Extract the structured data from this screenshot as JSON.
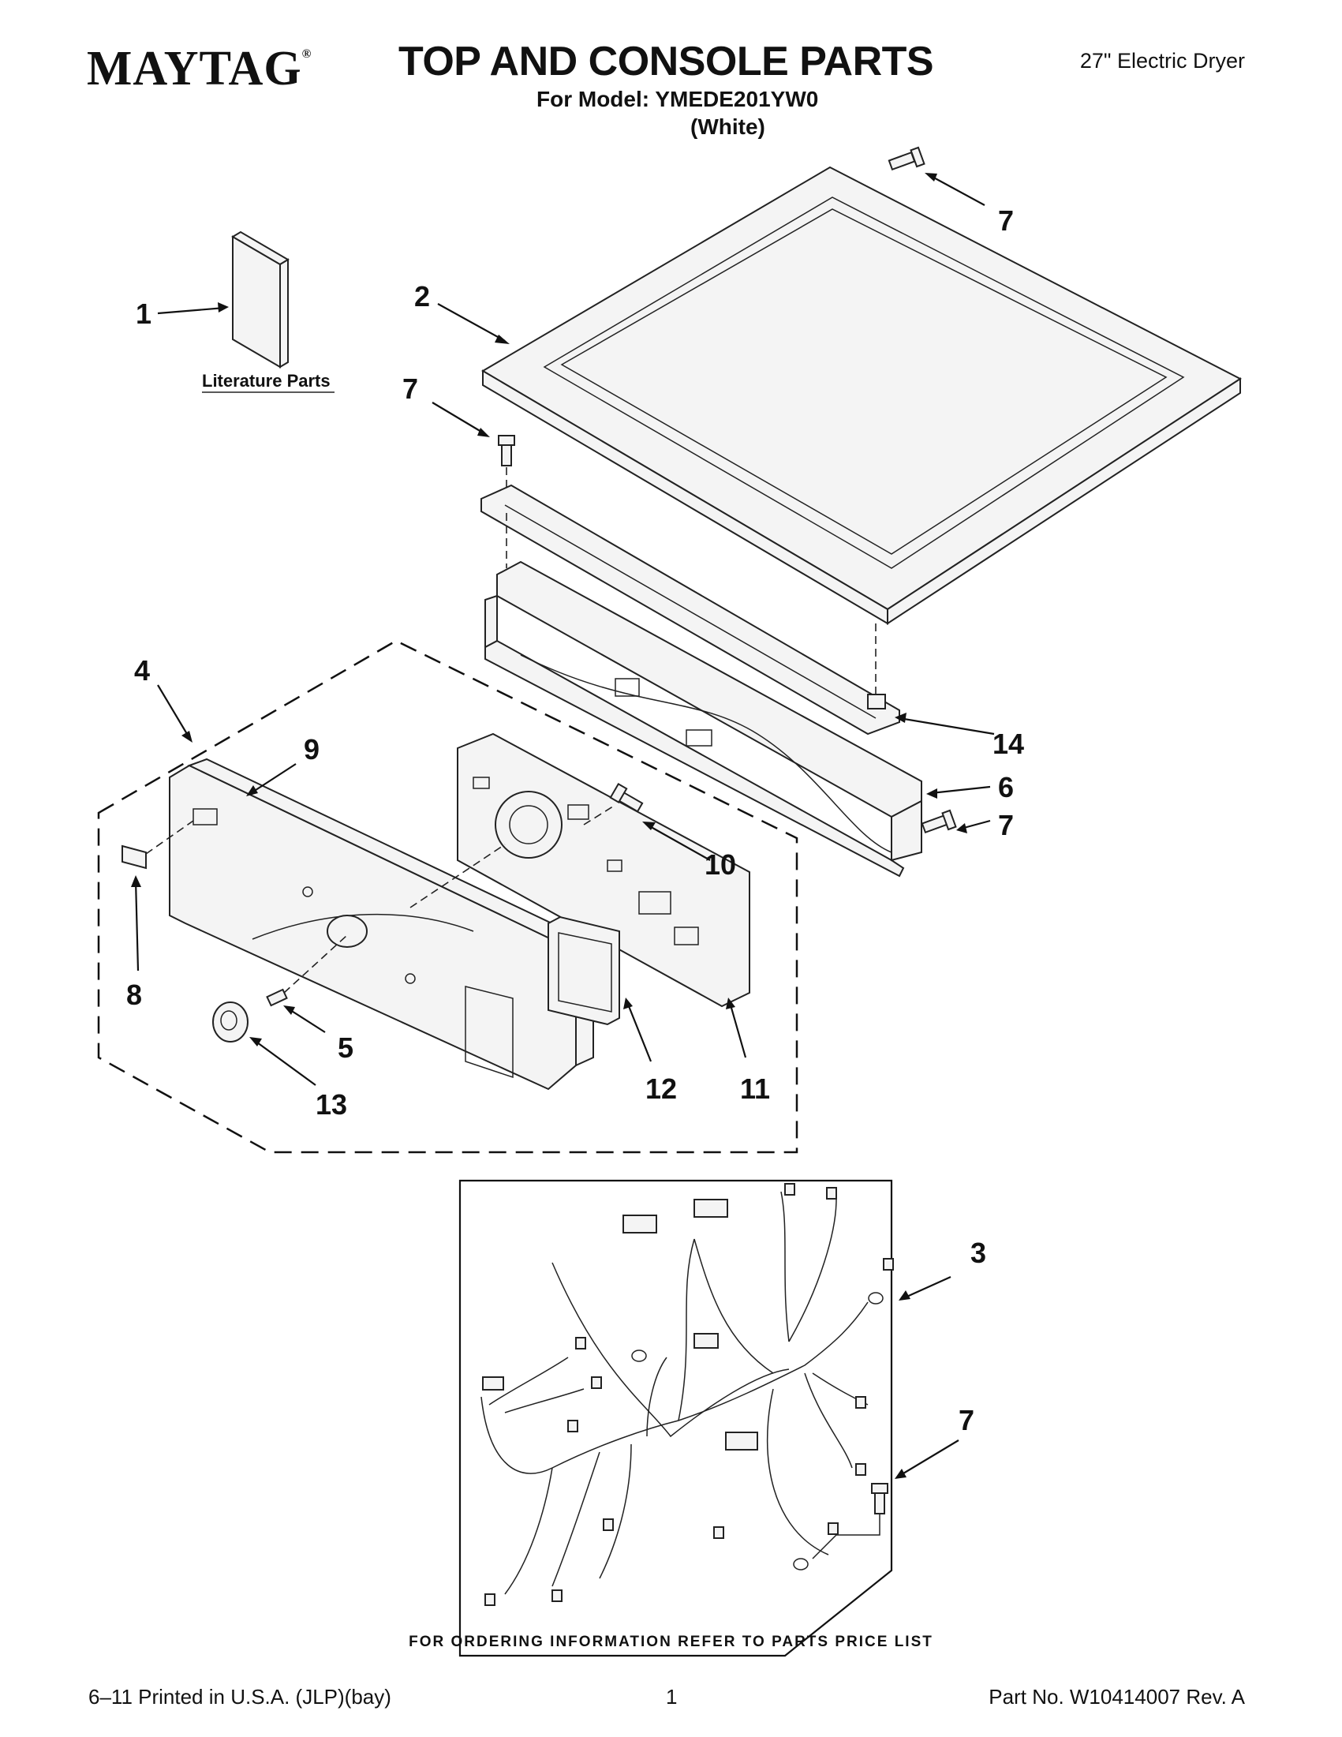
{
  "header": {
    "brand": "MAYTAG",
    "brand_mark": "®",
    "title": "TOP AND CONSOLE PARTS",
    "model_line": "For Model: YMEDE201YW0",
    "color_line": "(White)",
    "product": "27\" Electric Dryer"
  },
  "diagram": {
    "literature_label": "Literature Parts",
    "callouts": [
      "1",
      "2",
      "3",
      "4",
      "5",
      "6",
      "7",
      "8",
      "9",
      "10",
      "11",
      "12",
      "13",
      "14"
    ]
  },
  "footer": {
    "ordering_note": "FOR ORDERING INFORMATION REFER TO PARTS PRICE LIST",
    "print_info": "6–11 Printed in U.S.A. (JLP)(bay)",
    "page_number": "1",
    "part_number": "Part No. W10414007 Rev. A"
  },
  "colors": {
    "ink": "#111111",
    "paper": "#ffffff"
  }
}
